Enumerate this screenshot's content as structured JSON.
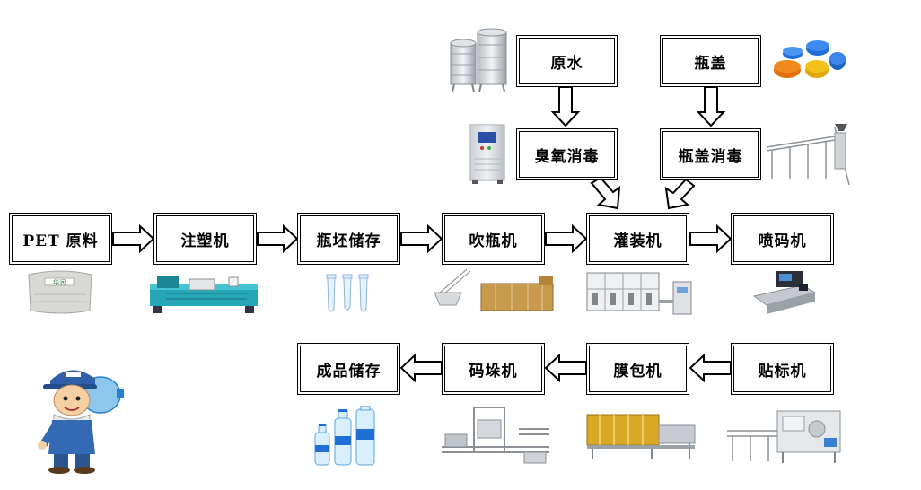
{
  "nodes": {
    "yuanshui": "原水",
    "pinggai": "瓶盖",
    "chouyang": "臭氧消毒",
    "pinggai_xiaodu": "瓶盖消毒",
    "pet": "PET 原料",
    "zhusu": "注塑机",
    "pingpi": "瓶坯储存",
    "chuiping": "吹瓶机",
    "guanzhuang": "灌装机",
    "penma": "喷码机",
    "tiebiao": "贴标机",
    "mobao": "膜包机",
    "maduo": "码垛机",
    "chengpin": "成品储存"
  },
  "pet_bag_text": "华润",
  "palette": {
    "cap_blue": "#1f6fd6",
    "cap_orange": "#f08a1c",
    "cap_yellow": "#f2c21a",
    "machine_teal": "#25a7b8",
    "machine_yellow": "#d9a825",
    "water_blue": "#2a7fd0"
  }
}
